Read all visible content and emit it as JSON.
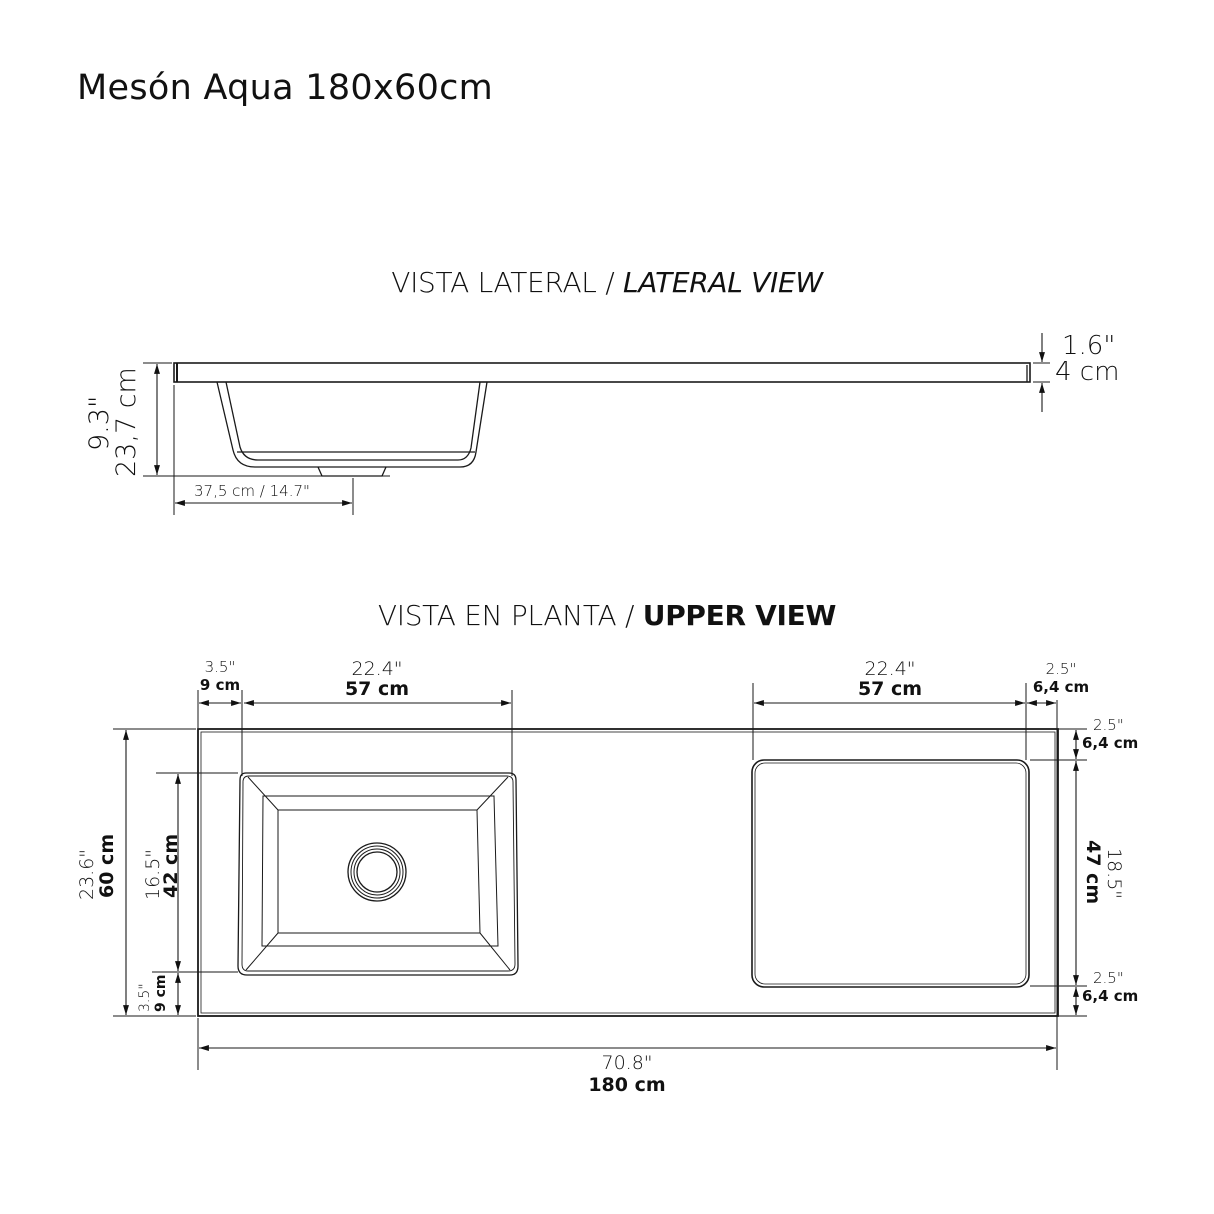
{
  "title": "Mesón Aqua 180x60cm",
  "lateral_view": {
    "heading_es": "VISTA LATERAL /",
    "heading_en": "LATERAL VIEW",
    "thickness_in": "1.6\"",
    "thickness_cm": "4 cm",
    "height_in": "9.3\"",
    "height_cm": "23,7 cm",
    "sink_offset": "37,5  cm  / 14.7\""
  },
  "upper_view": {
    "heading_es": "VISTA EN PLANTA /",
    "heading_en": "UPPER VIEW",
    "left_margin_in": "3.5\"",
    "left_margin_cm": "9 cm",
    "sink_width_in": "22.4\"",
    "sink_width_cm": "57 cm",
    "drainer_width_in": "22.4\"",
    "drainer_width_cm": "57 cm",
    "right_margin_in": "2.5\"",
    "right_margin_cm": "6,4 cm",
    "depth_in": "23.6\"",
    "depth_cm": "60 cm",
    "sink_depth_in": "16.5\"",
    "sink_depth_cm": "42 cm",
    "front_margin_in": "3.5\"",
    "front_margin_cm": "9 cm",
    "drainer_top_margin_in": "2.5\"",
    "drainer_top_margin_cm": "6,4 cm",
    "drainer_depth_in": "18.5\"",
    "drainer_depth_cm": "47 cm",
    "drainer_bottom_margin_in": "2.5\"",
    "drainer_bottom_margin_cm": "6,4 cm",
    "total_length_in": "70.8\"",
    "total_length_cm": "180 cm"
  },
  "colors": {
    "line": "#1a1a1a",
    "background": "#ffffff"
  }
}
